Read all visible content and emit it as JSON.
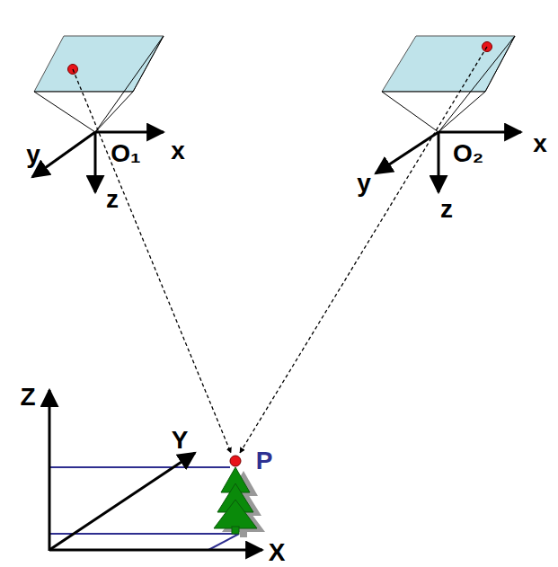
{
  "diagram": {
    "labels": [
      "x",
      "y",
      "z",
      "O₁",
      "x",
      "y",
      "z",
      "O₂",
      "Z",
      "Y",
      "X",
      "P"
    ]
  }
}
